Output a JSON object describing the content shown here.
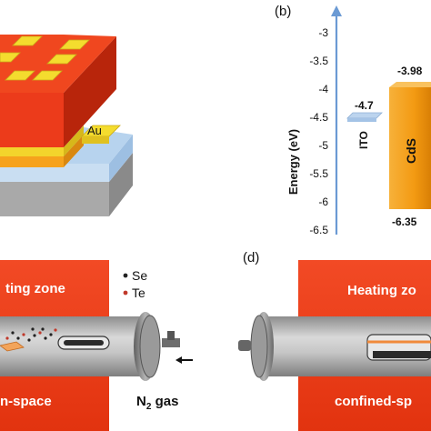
{
  "panel_a": {
    "electrode_label": "Au"
  },
  "panel_b": {
    "label": "(b)",
    "axis_label": "Energy (eV)",
    "ticks": [
      "-3",
      "-3.5",
      "-4",
      "-4.5",
      "-5",
      "-5.5",
      "-6",
      "-6.5"
    ],
    "ito": {
      "name": "ITO",
      "value": "-4.7"
    },
    "cds": {
      "name": "CdS",
      "top_value": "-3.98",
      "bottom_value": "-6.35"
    }
  },
  "panel_c": {
    "heating_zone": "ting zone",
    "space_label": "n-space",
    "legend_se": "Se",
    "legend_te": "Te",
    "gas_label": "N",
    "gas_subscript": "2",
    "gas_suffix": " gas"
  },
  "panel_d": {
    "label": "(d)",
    "heating_zone": "Heating zo",
    "space_label": "confined-sp"
  },
  "colors": {
    "red_zone": "#ee3a1c",
    "orange": "#f6a21c",
    "gold": "#f3d42c",
    "tube_gray": "#b9b9b9",
    "substrate_blue": "#b7d3ee",
    "arrow_blue": "#6b9ad4"
  }
}
